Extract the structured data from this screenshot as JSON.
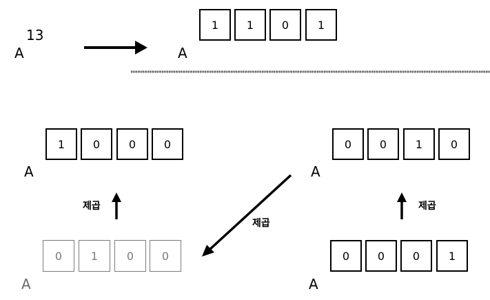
{
  "top": {
    "base": "A",
    "exponent": "13",
    "result_base": "A",
    "binary": [
      "1",
      "1",
      "0",
      "1"
    ]
  },
  "steps": [
    {
      "base": "A",
      "bits": [
        "0",
        "0",
        "0",
        "1"
      ]
    },
    {
      "base": "A",
      "bits": [
        "0",
        "0",
        "1",
        "0"
      ]
    },
    {
      "base": "A",
      "bits": [
        "0",
        "1",
        "0",
        "0"
      ]
    },
    {
      "base": "A",
      "bits": [
        "1",
        "0",
        "0",
        "0"
      ]
    }
  ],
  "arrow_labels": {
    "right_up": "제곱",
    "diagonal": "제곱",
    "left_up": "제곱"
  }
}
